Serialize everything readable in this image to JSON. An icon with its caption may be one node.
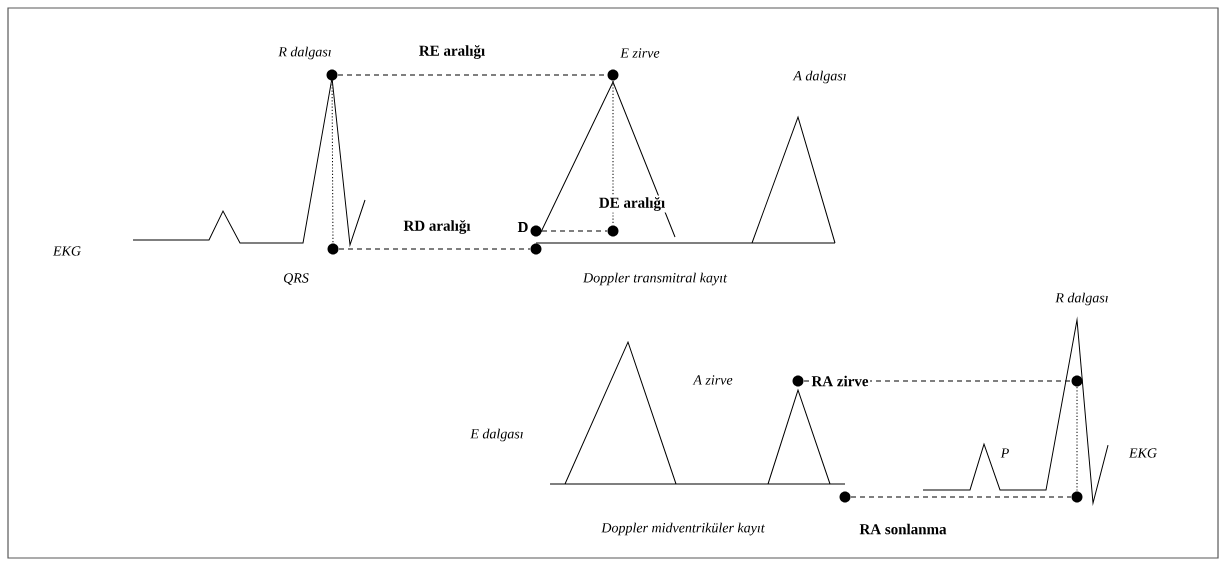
{
  "diagram": {
    "nodes": [
      {
        "text": [],
        "shape": "circle",
        "beside": [
          "R dalgası"
        ]
      },
      {
        "text": [],
        "shape": "circle",
        "beside": [
          "E zirve"
        ]
      },
      {
        "text": [],
        "shape": "circle",
        "beside": [
          "QRS"
        ]
      },
      {
        "text": [],
        "shape": "circle",
        "beside": [
          "D"
        ]
      },
      {
        "text": [],
        "shape": "circle"
      },
      {
        "text": [],
        "shape": "circle"
      },
      {
        "text": [],
        "shape": "circle"
      },
      {
        "text": [],
        "shape": "circle"
      },
      {
        "text": [],
        "shape": "circle"
      },
      {
        "text": [],
        "shape": "circle"
      }
    ],
    "edges": [
      {
        "from": 0,
        "to": 1,
        "arrow": "none",
        "style": "dashed",
        "label": "RE aralığı"
      },
      {
        "from": 2,
        "to": 4,
        "arrow": "none",
        "style": "dashed",
        "label": "RD aralığı"
      },
      {
        "from": 3,
        "to": 5,
        "arrow": "none",
        "style": "dashed",
        "label": "DE aralığı"
      },
      {
        "from": 0,
        "to": 2,
        "arrow": "none",
        "style": "dashed"
      },
      {
        "from": 1,
        "to": 5,
        "arrow": "none",
        "style": "dashed"
      },
      {
        "from": 6,
        "to": 7,
        "arrow": "none",
        "style": "dashed",
        "label": "RA zirve"
      },
      {
        "from": 8,
        "to": 9,
        "arrow": "none",
        "style": "dashed",
        "label": "RA sonlanma"
      },
      {
        "from": 7,
        "to": 9,
        "arrow": "none",
        "style": "dashed"
      }
    ],
    "labels": [
      "A dalgası",
      "EKG",
      "Doppler transmitral kayıt",
      "R dalgası",
      "A zirve",
      "E dalgası",
      "P",
      "EKG",
      "Doppler midventriküler kayıt"
    ]
  }
}
